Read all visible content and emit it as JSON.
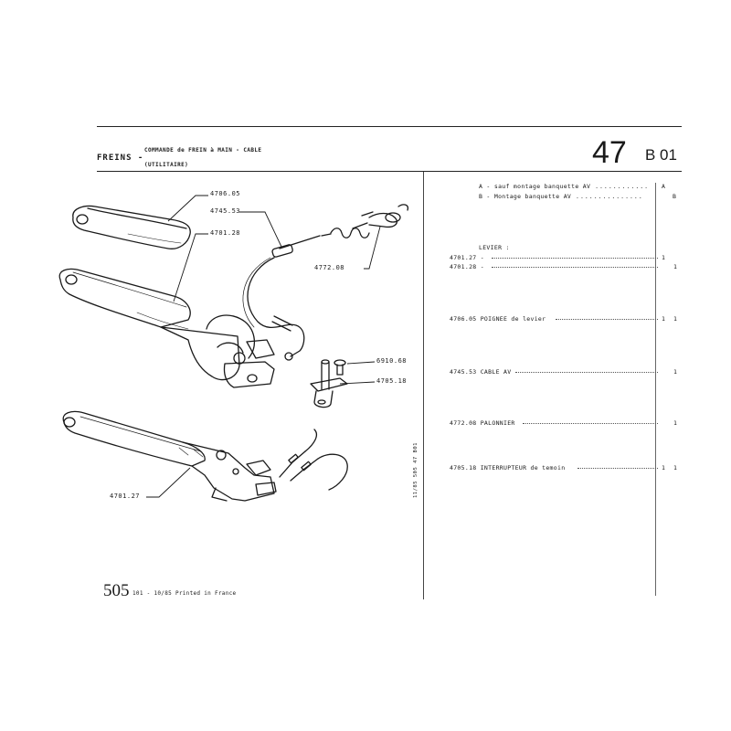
{
  "header": {
    "section": "FREINS -",
    "title": "COMMANDE de FREIN à MAIN - CABLE",
    "subtitle": "(UTILITAIRE)",
    "page_number": "47",
    "page_code": "B 01"
  },
  "variants": [
    {
      "text": "A - sauf montage banquette AV",
      "code": "A"
    },
    {
      "text": "B - Montage banquette AV",
      "code": "B"
    }
  ],
  "group_title": "LEVIER :",
  "parts": [
    {
      "ref": "4701.27",
      "desc": "-",
      "q1": "1",
      "q2": ""
    },
    {
      "ref": "4701.28",
      "desc": "-",
      "q1": "",
      "q2": "1"
    },
    {
      "ref": "4706.05",
      "desc": "POIGNEE de levier",
      "q1": "1",
      "q2": "1"
    },
    {
      "ref": "4745.53",
      "desc": "CABLE AV",
      "q1": "",
      "q2": "1"
    },
    {
      "ref": "4772.08",
      "desc": "PALONNIER",
      "q1": "",
      "q2": "1"
    },
    {
      "ref": "4705.18",
      "desc": "INTERRUPTEUR de temoin",
      "q1": "1",
      "q2": "1"
    }
  ],
  "callouts": {
    "c1": "4706.05",
    "c2": "4745.53",
    "c3": "4701.28",
    "c4": "4772.08",
    "c5": "6910.68",
    "c6": "4705.18",
    "c7": "4701.27"
  },
  "footer": {
    "big": "505",
    "small": "101 - 10/85 Printed in France",
    "vertical": "11/85 505 47 B01"
  }
}
